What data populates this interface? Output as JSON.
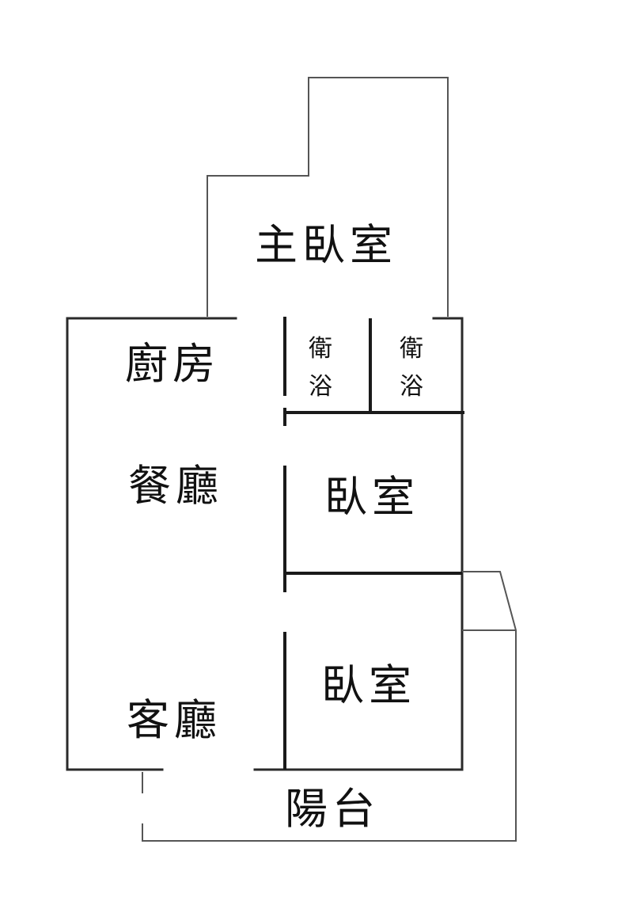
{
  "rooms": {
    "master_bedroom": "主臥室",
    "kitchen": "廚房",
    "bath_left_top": "衛",
    "bath_left_bottom": "浴",
    "bath_right_top": "衛",
    "bath_right_bottom": "浴",
    "dining_room": "餐廳",
    "bedroom_upper": "臥室",
    "bedroom_lower": "臥室",
    "living_room": "客廳",
    "balcony": "陽台"
  }
}
